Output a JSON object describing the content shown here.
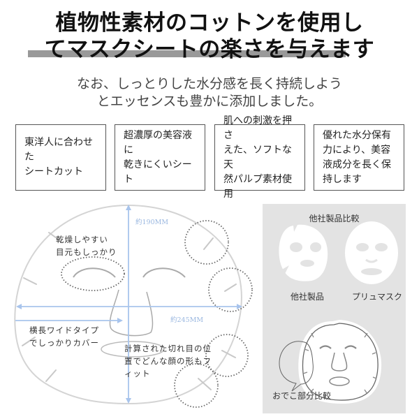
{
  "headline": {
    "line1": "植物性素材のコットンを使用し",
    "line2": "てマスクシートの楽さを与えます"
  },
  "intro": {
    "line1": "なお、しっとりした水分感を長く持続しよう",
    "line2": "とエッセンスも豊かに添加しました。"
  },
  "features": [
    {
      "text": "東洋人に合わせた\nシートカット"
    },
    {
      "text": "超濃厚の美容液に\n乾きにくいシート"
    },
    {
      "text": "肌への刺激を押さ\nえた、ソフトな天\n然パルプ素材使用"
    },
    {
      "text": "優れた水分保有\n力により、美容\n液成分を長く保\n持します"
    }
  ],
  "diagram": {
    "height_label": "約190MM",
    "width_label": "約245MM",
    "eye_note": "乾燥しやすい\n目元もしっかり",
    "wide_note": "横長ワイドタイプ\nでしっかりカバー",
    "cut_note": "計算された切れ目の位\n置でどんな顔の形もフ\nィット",
    "colors": {
      "arrow": "#a8c4ec",
      "outline": "#d0d0d0",
      "dots": "#666666"
    }
  },
  "comparison": {
    "title": "他社製品比較",
    "left_caption": "他社製品",
    "right_caption": "プリュマスク",
    "bottom_caption": "おでこ部分比較",
    "background": "#e3e3e3"
  }
}
